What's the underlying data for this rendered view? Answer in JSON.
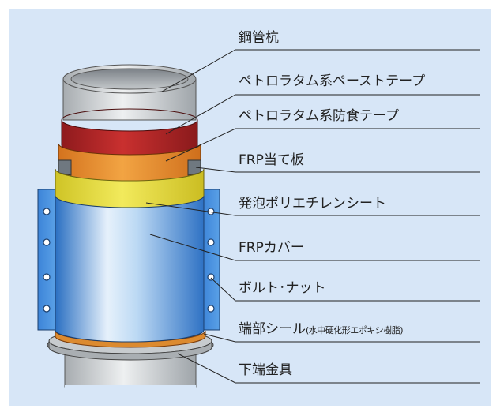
{
  "labels": [
    {
      "text": "鋼管杭"
    },
    {
      "text": "ペトロラタム系ペーストテープ"
    },
    {
      "text": "ペトロラタム系防食テープ"
    },
    {
      "text": "FRP当て板"
    },
    {
      "text": "発泡ポリエチレンシート"
    },
    {
      "text": "FRPカバー"
    },
    {
      "text": "ボルト･ナット"
    },
    {
      "text": "端部シール",
      "note": "(水中硬化形エポキシ樹脂)"
    },
    {
      "text": "下端金具"
    }
  ],
  "colors": {
    "background": "#d7e6f7",
    "steel_pipe": "#cfd3d6",
    "paste_tape": "#b8262b",
    "corrosion_tape": "#e8892a",
    "frp_plate": "#7e8a93",
    "foam_sheet": "#e6dd3c",
    "frp_cover": "#4f97dd",
    "flange": "#3f87d8",
    "end_seal": "#d9822b",
    "leader_line": "#222222"
  }
}
